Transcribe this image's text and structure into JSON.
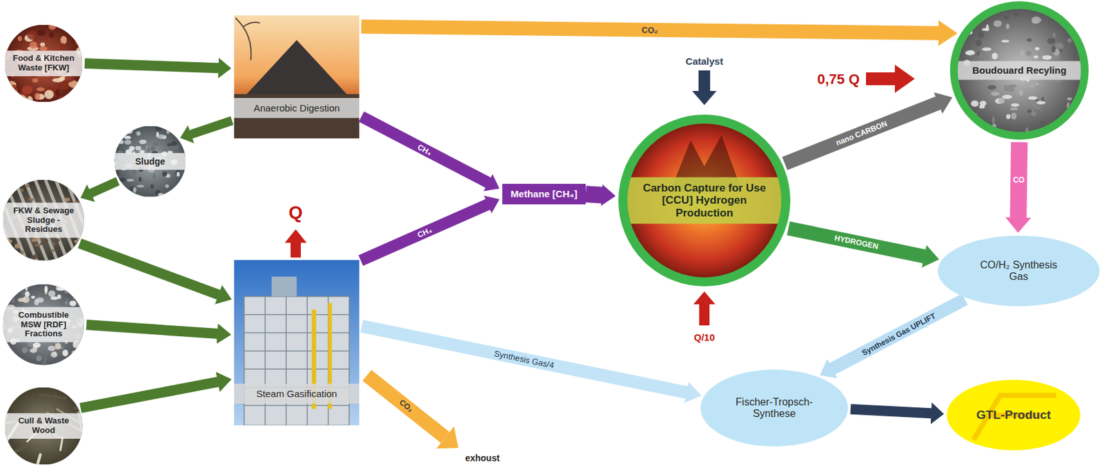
{
  "diagram": {
    "nodes": [
      {
        "text": [
          "Food & Kitchen Waste [FKW]"
        ]
      },
      {
        "text": [
          "Anaerobic Digestion"
        ]
      },
      {
        "text": [
          "Sludge"
        ]
      },
      {
        "text": [
          "FKW & Sewage Sludge - Residues"
        ]
      },
      {
        "text": [
          "Combustible MSW [RDF] Fractions"
        ]
      },
      {
        "text": [
          "Steam Gasification"
        ]
      },
      {
        "text": [
          "Cull & Waste Wood"
        ]
      },
      {
        "text": [
          "Methane [CH₄]"
        ]
      },
      {
        "text": [
          "Carbon Capture for Use [CCU] Hydrogen Production"
        ]
      },
      {
        "text": [
          "Boudouard Recyling"
        ]
      },
      {
        "text": [
          "CO/H₂ Synthesis Gas"
        ]
      },
      {
        "text": [
          "Fischer-Tropsch-Synthese"
        ]
      },
      {
        "text": [
          "GTL-Product"
        ]
      }
    ],
    "edges": [
      {
        "from": 0,
        "to": 1,
        "arrow": "to"
      },
      {
        "from": 1,
        "to": 2,
        "arrow": "to"
      },
      {
        "from": 2,
        "to": 3,
        "arrow": "to"
      },
      {
        "from": 3,
        "to": 5,
        "arrow": "to"
      },
      {
        "from": 4,
        "to": 5,
        "arrow": "to"
      },
      {
        "from": 6,
        "to": 5,
        "arrow": "to"
      },
      {
        "from": 1,
        "to": 9,
        "label": "CO₂",
        "arrow": "to"
      },
      {
        "from": 1,
        "to": 7,
        "label": "CH₄",
        "arrow": "to"
      },
      {
        "from": 5,
        "to": 7,
        "label": "CH₄",
        "arrow": "to"
      },
      {
        "from": 7,
        "to": 8,
        "arrow": "to"
      },
      {
        "from": 8,
        "to": 9,
        "label": "nano CARBON",
        "arrow": "to"
      },
      {
        "from": 8,
        "to": 10,
        "label": "HYDROGEN",
        "arrow": "to"
      },
      {
        "from": 9,
        "to": 10,
        "label": "CO",
        "arrow": "to"
      },
      {
        "from": 10,
        "to": 11,
        "label": "Synthesis Gas UPLIFT",
        "arrow": "to"
      },
      {
        "from": 5,
        "to": 11,
        "label": "Synthesis Gas/4",
        "arrow": "to"
      },
      {
        "from": 11,
        "to": 12,
        "arrow": "to"
      }
    ],
    "labels": [
      "Catalyst",
      "0,75 Q",
      "Q",
      "Q/10",
      "CO₂",
      "exhoust"
    ]
  }
}
